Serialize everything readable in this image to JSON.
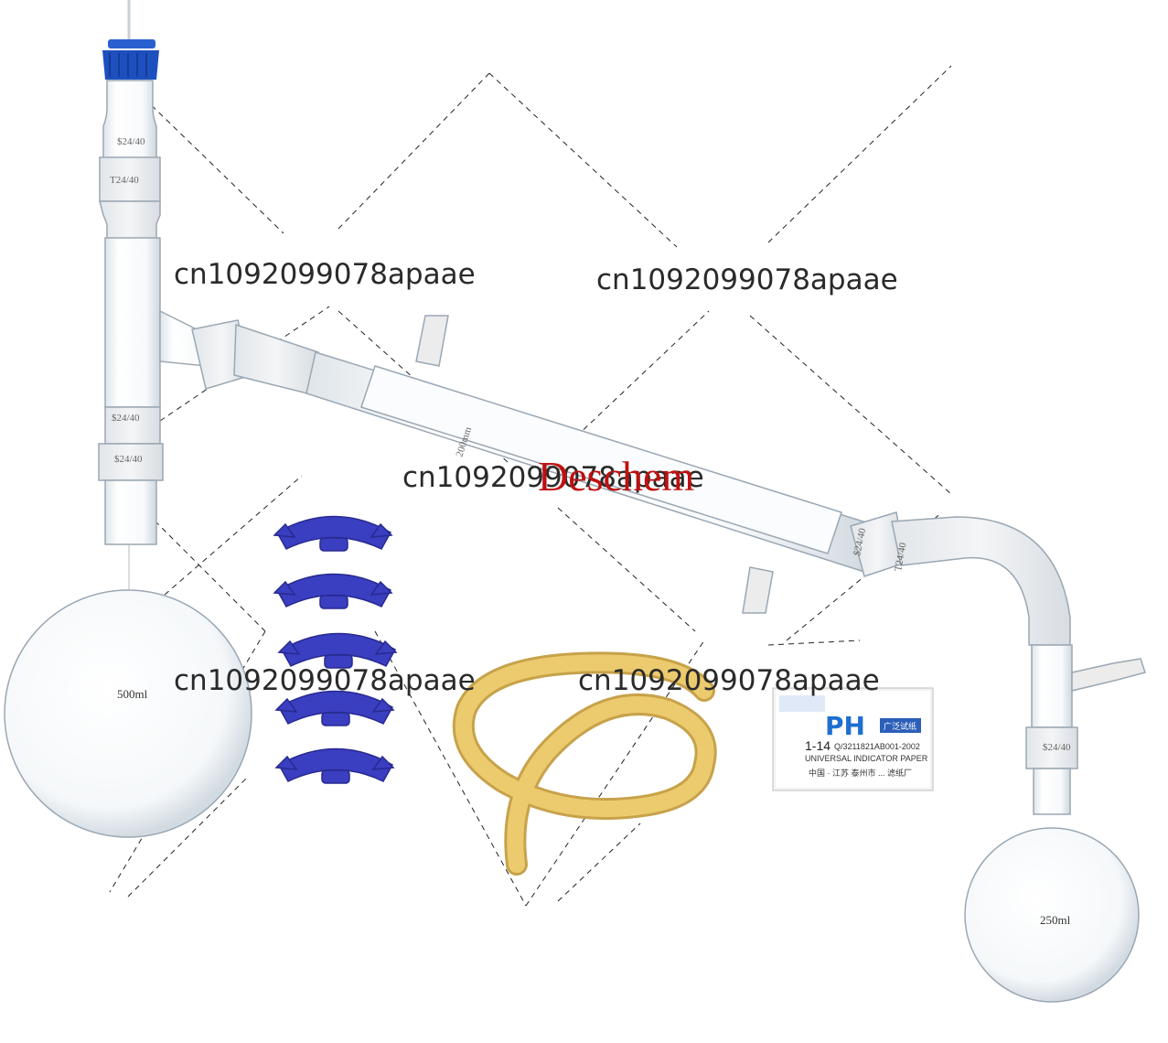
{
  "watermarks": [
    "cn1092099078apaae",
    "cn1092099078apaae",
    "cn1092099078apaae",
    "cn1092099078apaae",
    "cn1092099078apaae"
  ],
  "brand": "Deschem",
  "joint_label": "$24/40",
  "joint_label_alt": "T24/40",
  "condenser_length": "200mm",
  "flask_large_volume": "500ml",
  "flask_small_volume": "250ml",
  "ph_paper": {
    "title": "PH",
    "range": "1-14",
    "standard": "Q/3211821AB001-2002",
    "subtitle": "UNIVERSAL INDICATOR PAPER",
    "maker": "中国 · 江苏 泰州市 ... 滤纸厂",
    "badge": "广泛试纸"
  },
  "colors": {
    "cap": "#1d4fbf",
    "clamp": "#3a3ec0",
    "tubing": "#e8c86a",
    "glass_edge": "#9aa7b3",
    "brand": "#c01010"
  }
}
